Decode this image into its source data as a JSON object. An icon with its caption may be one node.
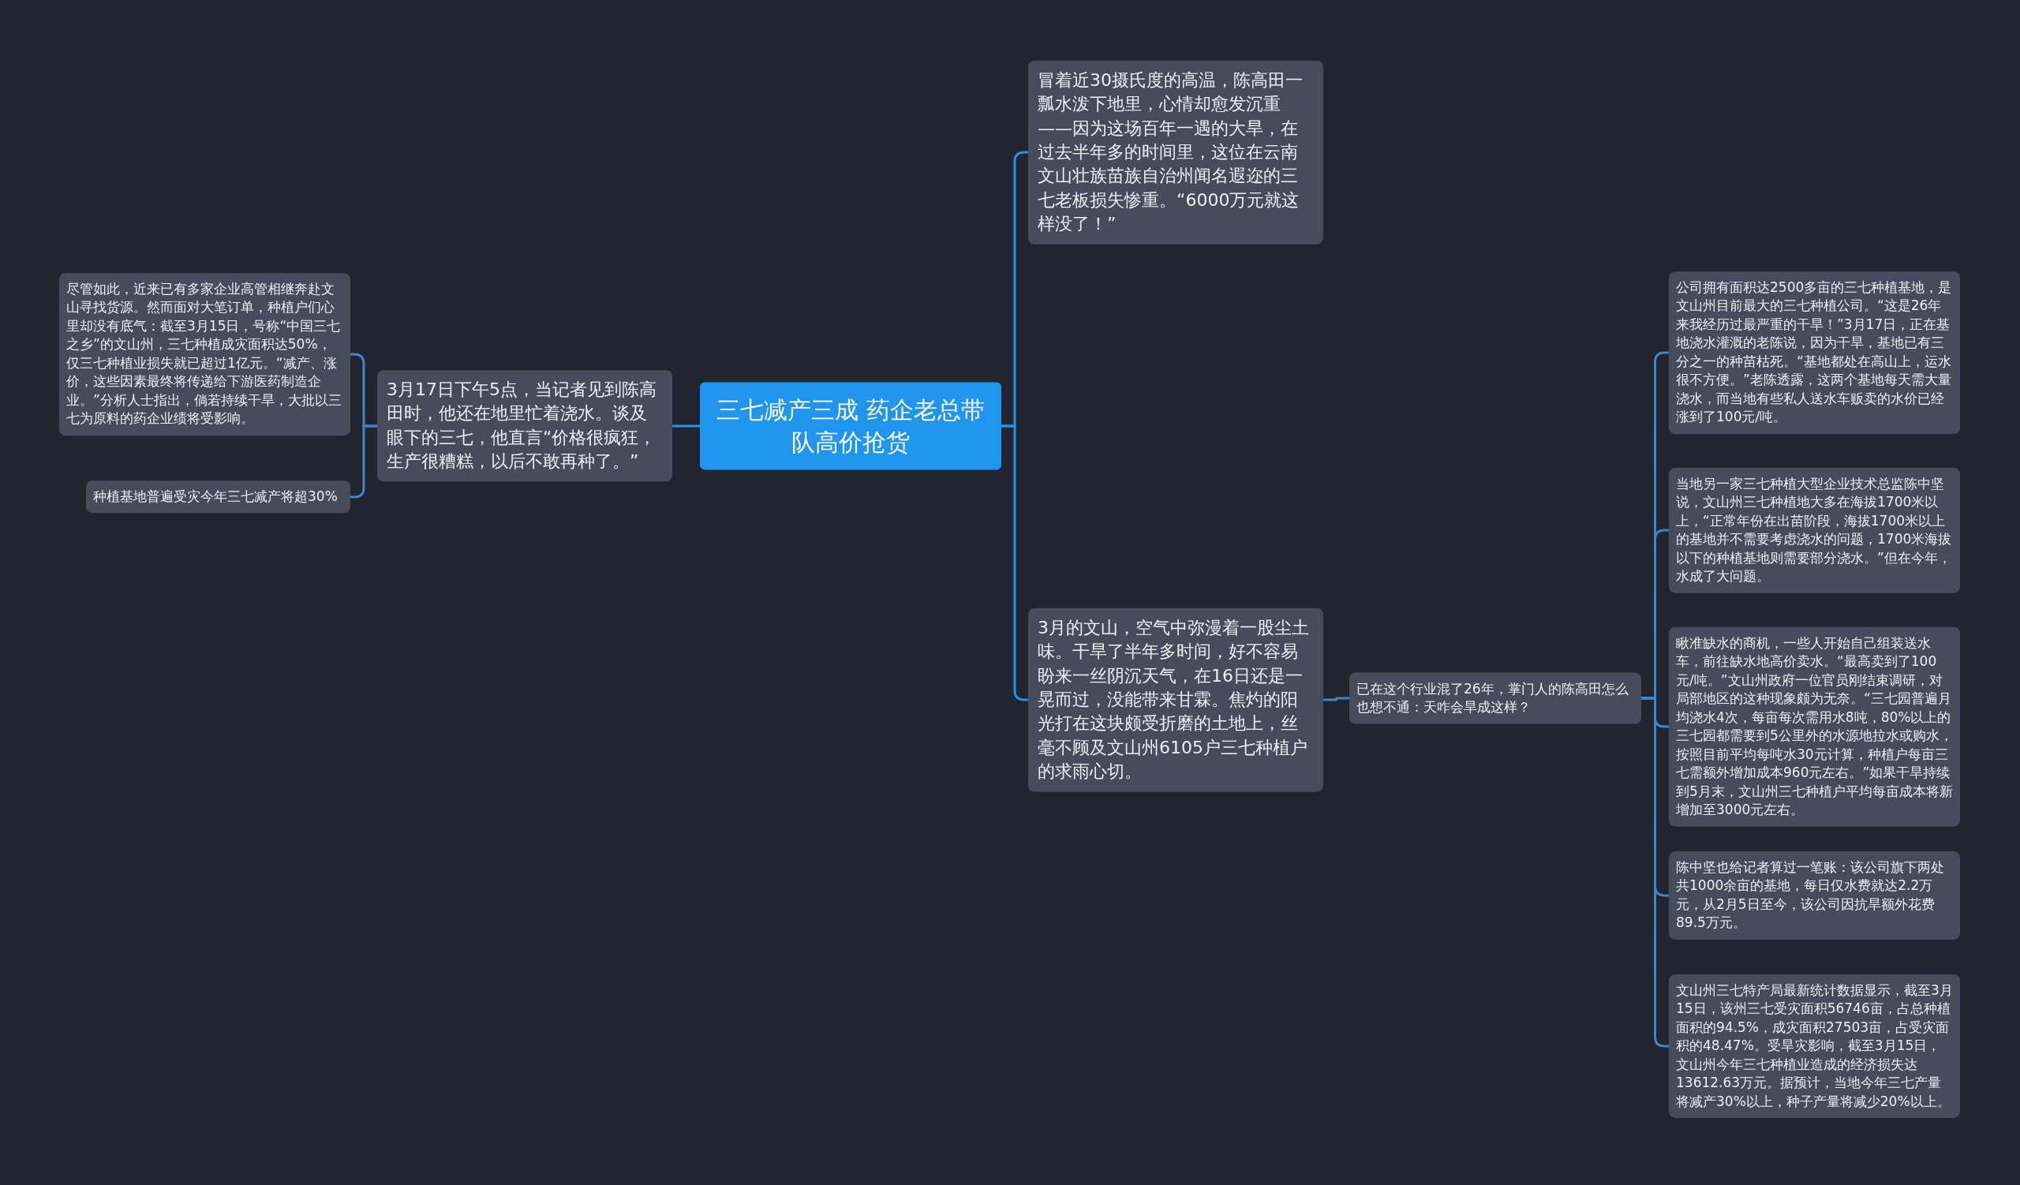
{
  "diagram": {
    "nodes": [
      {
        "text": [
          "三七减产三成 药企老总带队高价抢货"
        ]
      },
      {
        "text": [
          "3月17日下午5点，当记者见到陈高田时，他还在地里忙着浇水。谈及眼下的三七，他直言“价格很疯狂，生产很糟糕，以后不敢再种了。”"
        ]
      },
      {
        "text": [
          "尽管如此，近来已有多家企业高管相继奔赴文山寻找货源。然而面对大笔订单，种植户们心里却没有底气：截至3月15日，号称“中国三七之乡”的文山州，三七种植成灾面积达50%，仅三七种植业损失就已超过1亿元。“减产、涨价，这些因素最终将传递给下游医药制造企业。”分析人士指出，倘若持续干旱，大批以三七为原料的药企业绩将受影响。"
        ]
      },
      {
        "text": [
          "种植基地普遍受灾今年三七减产将超30%"
        ]
      },
      {
        "text": [
          "冒着近30摄氏度的高温，陈高田一瓢水泼下地里，心情却愈发沉重——因为这场百年一遇的大旱，在过去半年多的时间里，这位在云南文山壮族苗族自治州闻名遐迩的三七老板损失惨重。“6000万元就这样没了！”"
        ]
      },
      {
        "text": [
          "3月的文山，空气中弥漫着一股尘土味。干旱了半年多时间，好不容易盼来一丝阴沉天气，在16日还是一晃而过，没能带来甘霖。焦灼的阳光打在这块颇受折磨的土地上，丝毫不顾及文山州6105户三七种植户的求雨心切。"
        ]
      },
      {
        "text": [
          "已在这个行业混了26年，掌门人的陈高田怎么也想不通：天咋会旱成这样？"
        ]
      },
      {
        "text": [
          "公司拥有面积达2500多亩的三七种植基地，是文山州目前最大的三七种植公司。“这是26年来我经历过最严重的干旱！”3月17日，正在基地浇水灌溉的老陈说，因为干旱，基地已有三分之一的种苗枯死。“基地都处在高山上，运水很不方便。”老陈透露，这两个基地每天需大量浇水，而当地有些私人送水车贩卖的水价已经涨到了100元/吨。"
        ]
      },
      {
        "text": [
          "当地另一家三七种植大型企业技术总监陈中坚说，文山州三七种植地大多在海拔1700米以上，“正常年份在出苗阶段，海拔1700米以上的基地并不需要考虑浇水的问题，1700米海拔以下的种植基地则需要部分浇水。”但在今年，水成了大问题。"
        ]
      },
      {
        "text": [
          "瞅准缺水的商机，一些人开始自己组装送水车，前往缺水地高价卖水。“最高卖到了100元/吨。”文山州政府一位官员刚结束调研，对局部地区的这种现象颇为无奈。“三七园普遍月均浇水4次，每亩每次需用水8吨，80%以上的三七园都需要到5公里外的水源地拉水或购水，按照目前平均每吨水30元计算，种植户每亩三七需额外增加成本960元左右。”如果干旱持续到5月末，文山州三七种植户平均每亩成本将新增加至3000元左右。"
        ]
      },
      {
        "text": [
          "陈中坚也给记者算过一笔账：该公司旗下两处共1000余亩的基地，每日仅水费就达2.2万元，从2月5日至今，该公司因抗旱额外花费89.5万元。"
        ]
      },
      {
        "text": [
          "文山州三七特产局最新统计数据显示，截至3月15日，该州三七受灾面积56746亩，占总种植面积的94.5%，成灾面积27503亩，占受灾面积的48.47%。受旱灾影响，截至3月15日，文山州今年三七种植业造成的经济损失达13612.63万元。据预计，当地今年三七产量将减产30%以上，种子产量将减少20%以上。"
        ]
      }
    ],
    "edges": [
      {
        "from": 0,
        "to": 1,
        "arrow": "none",
        "color": "#1f95ee"
      },
      {
        "from": 1,
        "to": 2,
        "arrow": "none"
      },
      {
        "from": 1,
        "to": 3,
        "arrow": "none"
      },
      {
        "from": 0,
        "to": 4,
        "arrow": "none",
        "color": "#1f95ee"
      },
      {
        "from": 0,
        "to": 5,
        "arrow": "none",
        "color": "#1f95ee"
      },
      {
        "from": 5,
        "to": 6,
        "arrow": "none"
      },
      {
        "from": 6,
        "to": 7,
        "arrow": "none"
      },
      {
        "from": 6,
        "to": 8,
        "arrow": "none"
      },
      {
        "from": 6,
        "to": 9,
        "arrow": "none"
      },
      {
        "from": 6,
        "to": 10,
        "arrow": "none"
      },
      {
        "from": 6,
        "to": 11,
        "arrow": "none"
      }
    ]
  }
}
